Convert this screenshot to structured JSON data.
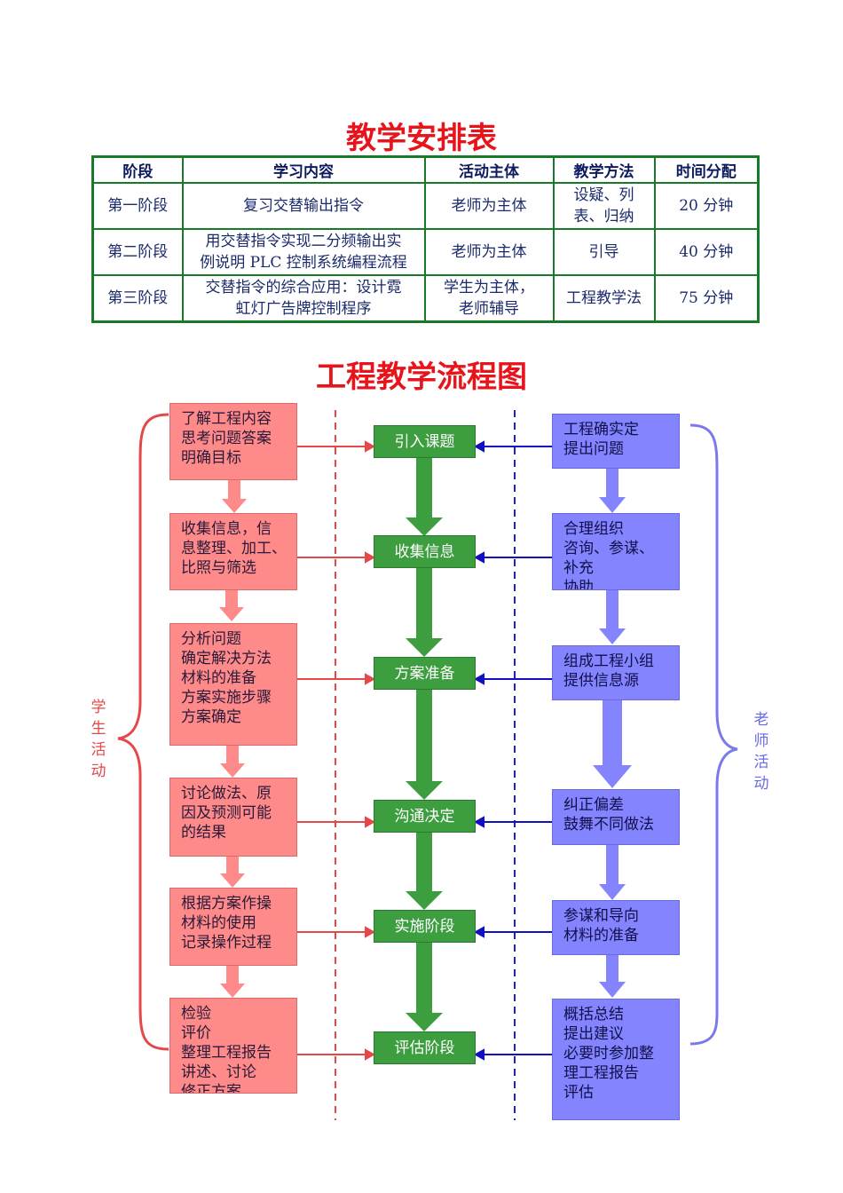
{
  "schedule": {
    "title": "教学安排表",
    "headers": [
      "阶段",
      "学习内容",
      "活动主体",
      "教学方法",
      "时间分配"
    ],
    "rows": [
      {
        "stage": "第一阶段",
        "content": [
          "复习交替输出指令"
        ],
        "subject": [
          "老师为主体"
        ],
        "method": [
          "设疑、列",
          "表、归纳"
        ],
        "time": "20 分钟"
      },
      {
        "stage": "第二阶段",
        "content": [
          "用交替指令实现二分频输出实",
          "例说明 PLC 控制系统编程流程"
        ],
        "subject": [
          "老师为主体"
        ],
        "method": [
          "引导"
        ],
        "time": "40 分钟"
      },
      {
        "stage": "第三阶段",
        "content": [
          "交替指令的综合应用：设计霓",
          "虹灯广告牌控制程序"
        ],
        "subject": [
          "学生为主体，",
          "老师辅导"
        ],
        "method": [
          "工程教学法"
        ],
        "time": "75 分钟"
      }
    ]
  },
  "flow": {
    "title": "工程教学流程图",
    "student_label": [
      "学",
      "生",
      "活",
      "动"
    ],
    "teacher_label": [
      "老",
      "师",
      "活",
      "动"
    ],
    "steps": [
      {
        "center": "引入课题",
        "student": [
          "了解工程内容",
          "思考问题答案",
          "明确目标"
        ],
        "teacher": [
          "工程确实定",
          " 提出问题"
        ]
      },
      {
        "center": "收集信息",
        "student": [
          "收集信息，信",
          "息整理、加工、",
          "比照与筛选"
        ],
        "teacher": [
          "合理组织",
          "咨询、参谋、",
          "补充",
          "协助"
        ]
      },
      {
        "center": "方案准备",
        "student": [
          "分析问题",
          "确定解决方法",
          "材料的准备",
          "方案实施步骤",
          "方案确定"
        ],
        "teacher": [
          "组成工程小组",
          " 提供信息源"
        ]
      },
      {
        "center": "沟通决定",
        "student": [
          "讨论做法、原",
          "因及预测可能",
          "的结果"
        ],
        "teacher": [
          " 纠正偏差",
          "鼓舞不同做法"
        ]
      },
      {
        "center": "实施阶段",
        "student": [
          "根据方案作操",
          "材料的使用",
          "记录操作过程"
        ],
        "teacher": [
          " 参谋和导向",
          "材料的准备"
        ]
      },
      {
        "center": "评估阶段",
        "student": [
          "检验",
          "评价",
          "整理工程报告",
          "讲述、讨论",
          "修正方案"
        ],
        "teacher": [
          "概括总结",
          "提出建议",
          "必要时参加整",
          "理工程报告",
          "评估"
        ]
      }
    ]
  },
  "colors": {
    "title": "#e8141b",
    "table_border": "#177a27",
    "student": "#ff8a8a",
    "teacher": "#8484ff",
    "center": "#3d9e3f",
    "student_arrow": "#e54848",
    "teacher_arrow": "#1010c0"
  }
}
